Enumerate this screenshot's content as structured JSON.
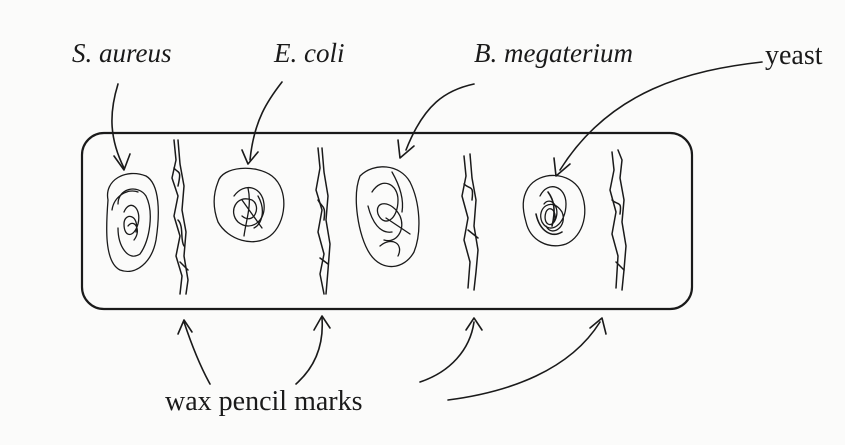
{
  "labels": {
    "s_aureus": "S. aureus",
    "e_coli": "E. coli",
    "b_megaterium": "B. megaterium",
    "yeast": "yeast",
    "wax_marks": "wax pencil marks"
  },
  "colors": {
    "ink": "#1a1a1a",
    "paper": "#fbfbfa"
  }
}
